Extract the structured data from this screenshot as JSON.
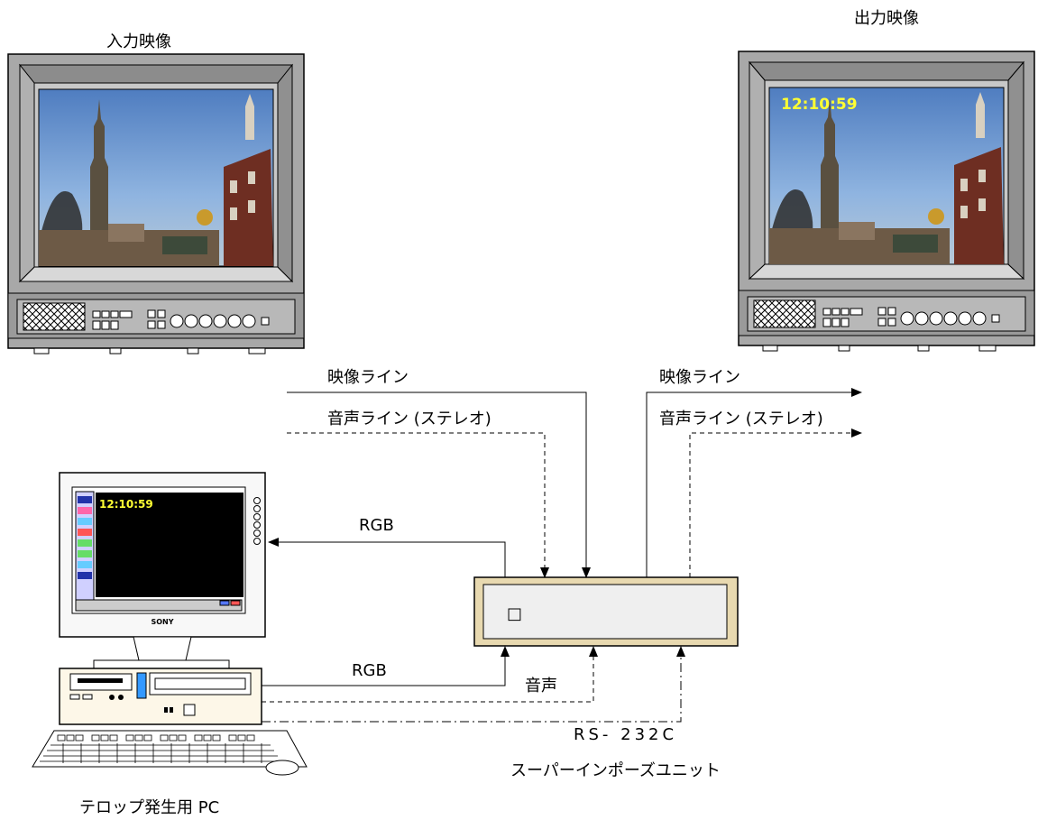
{
  "labels": {
    "input_video": "入力映像",
    "output_video": "出力映像",
    "video_line_left": "映像ライン",
    "audio_line_left": "音声ライン (ステレオ)",
    "video_line_right": "映像ライン",
    "audio_line_right": "音声ライン (ステレオ)",
    "rgb_top": "RGB",
    "rgb_bottom": "RGB",
    "audio": "音声",
    "rs232c": "RS- 232C",
    "superimpose_unit": "スーパーインポーズユニット",
    "pc": "テロップ発生用 PC"
  },
  "screen": {
    "output_timecode": "12:10:59",
    "pc_timecode": "12:10:59",
    "brand": "SONY"
  },
  "unit": {
    "indicator": "□"
  }
}
